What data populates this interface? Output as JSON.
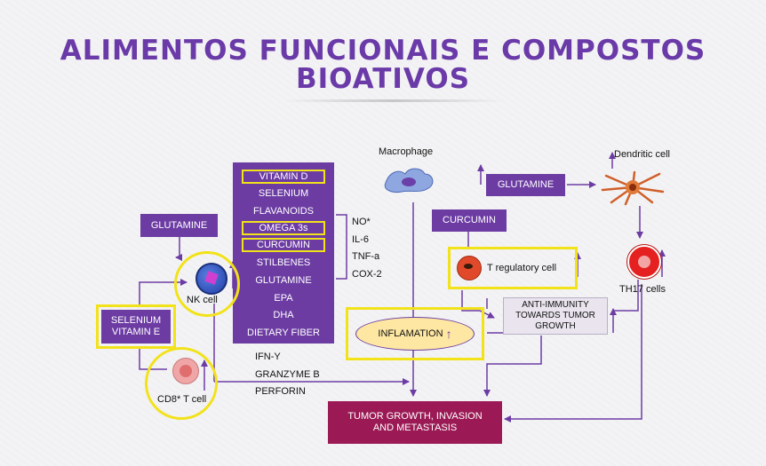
{
  "title": {
    "line1": "ALIMENTOS FUNCIONAIS E COMPOSTOS",
    "line2": "BIOATIVOS"
  },
  "nutrients": [
    "VITAMIN D",
    "SELENIUM",
    "FLAVANOIDS",
    "OMEGA 3s",
    "CURCUMIN",
    "STILBENES",
    "GLUTAMINE",
    "EPA",
    "DHA",
    "DIETARY FIBER"
  ],
  "mediators": [
    "NO*",
    "IL-6",
    "TNF-a",
    "COX-2"
  ],
  "effectors": [
    "IFN-Y",
    "GRANZYME B",
    "PERFORIN"
  ],
  "boxes": {
    "glutamine_left": "GLUTAMINE",
    "selenium_vitamin_e_line1": "SELENIUM",
    "selenium_vitamin_e_line2": "VITAMIN E",
    "glutamine_right": "GLUTAMINE",
    "curcumin": "CURCUMIN",
    "inflamation": "INFLAMATION",
    "anti_immunity_line1": "ANTI-IMMUNITY",
    "anti_immunity_line2": "TOWARDS TUMOR",
    "anti_immunity_line3": "GROWTH",
    "tumor_line1": "TUMOR GROWTH, INVASION",
    "tumor_line2": "AND METASTASIS"
  },
  "cells": {
    "macrophage": "Macrophage",
    "dendritic": "Dendritic cell",
    "nk": "NK cell",
    "cd8": "CD8* T cell",
    "treg": "T regulatory cell",
    "th17": "TH17 cells"
  },
  "colors": {
    "title": "#6a3aa8",
    "box_purple": "#6c3ca3",
    "highlight_yellow": "#f2e21a",
    "tumor_box": "#9b1a55",
    "inflamation_fill": "#fde7a2",
    "anti_immunity_fill": "#e9e4ee"
  }
}
